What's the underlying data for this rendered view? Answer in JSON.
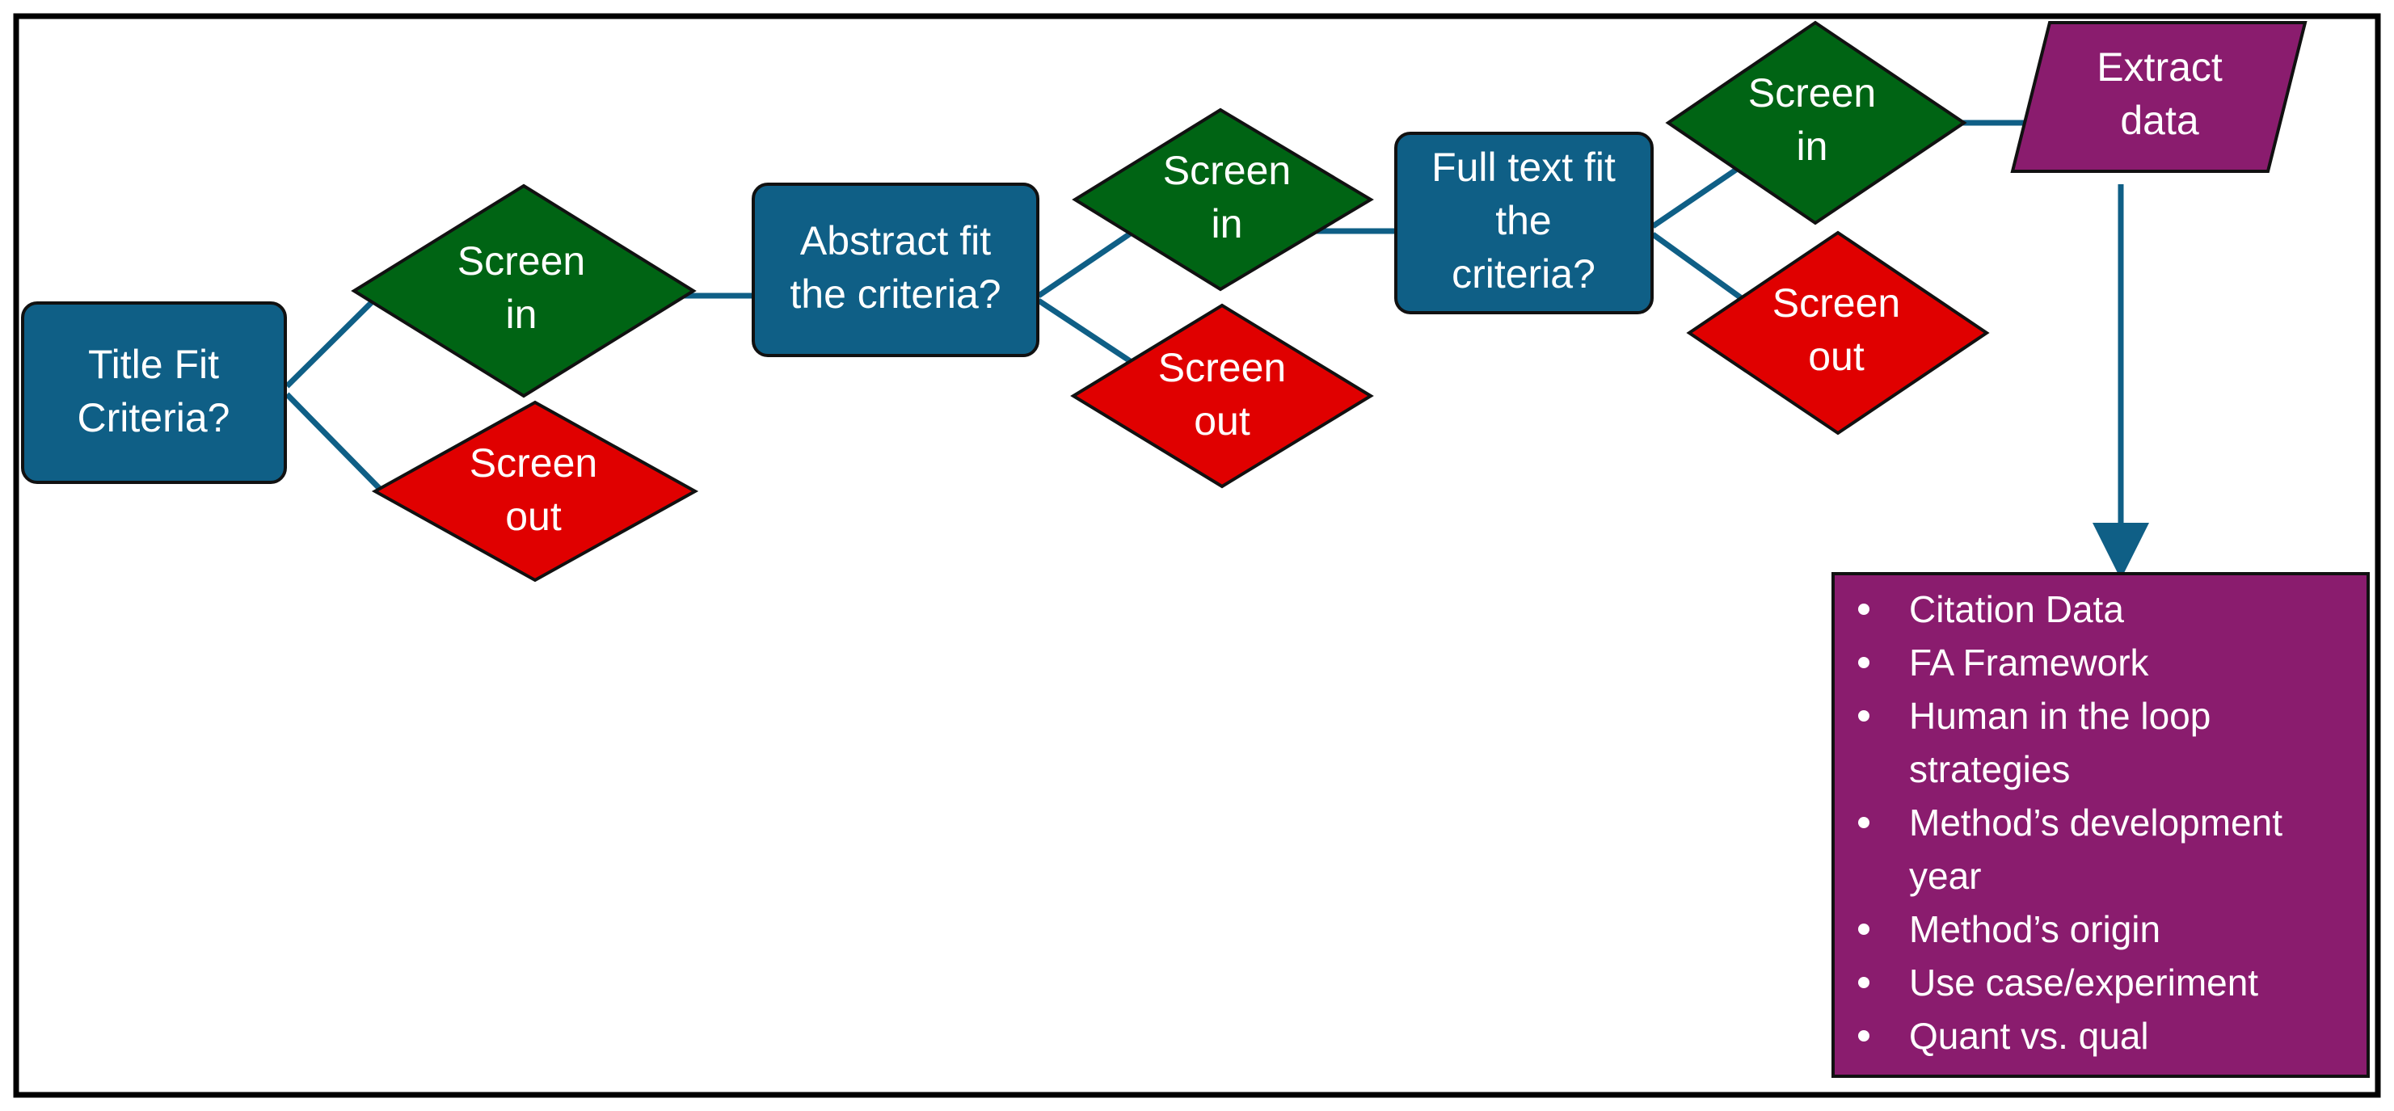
{
  "colors": {
    "process_blue": "#0f5f86",
    "screen_in_green": "#006414",
    "screen_out_red": "#e00000",
    "extract_purple": "#8a1c6e",
    "connector_blue": "#0f5f86",
    "border": "#000000"
  },
  "nodes": {
    "title_fit": {
      "lines": [
        "Title Fit",
        "Criteria?"
      ]
    },
    "abstract_fit": {
      "lines": [
        "Abstract fit",
        "the criteria?"
      ]
    },
    "full_text_fit": {
      "lines": [
        "Full text fit",
        "the",
        "criteria?"
      ]
    },
    "screen_in_1": {
      "lines": [
        "Screen",
        "in"
      ]
    },
    "screen_out_1": {
      "lines": [
        "Screen",
        "out"
      ]
    },
    "screen_in_2": {
      "lines": [
        "Screen",
        "in"
      ]
    },
    "screen_out_2": {
      "lines": [
        "Screen",
        "out"
      ]
    },
    "screen_in_3": {
      "lines": [
        "Screen",
        "in"
      ]
    },
    "screen_out_3": {
      "lines": [
        "Screen",
        "out"
      ]
    },
    "extract_data": {
      "lines": [
        "Extract",
        "data"
      ]
    }
  },
  "extract_list": {
    "lines": [
      {
        "text": "Citation Data",
        "bullet": true
      },
      {
        "text": "FA Framework",
        "bullet": true
      },
      {
        "text": "Human in the loop",
        "bullet": true
      },
      {
        "text": "strategies",
        "bullet": false
      },
      {
        "text": "Method’s development",
        "bullet": true
      },
      {
        "text": "year",
        "bullet": false
      },
      {
        "text": "Method’s origin",
        "bullet": true
      },
      {
        "text": "Use case/experiment",
        "bullet": true
      },
      {
        "text": "Quant vs. qual",
        "bullet": true
      }
    ]
  }
}
